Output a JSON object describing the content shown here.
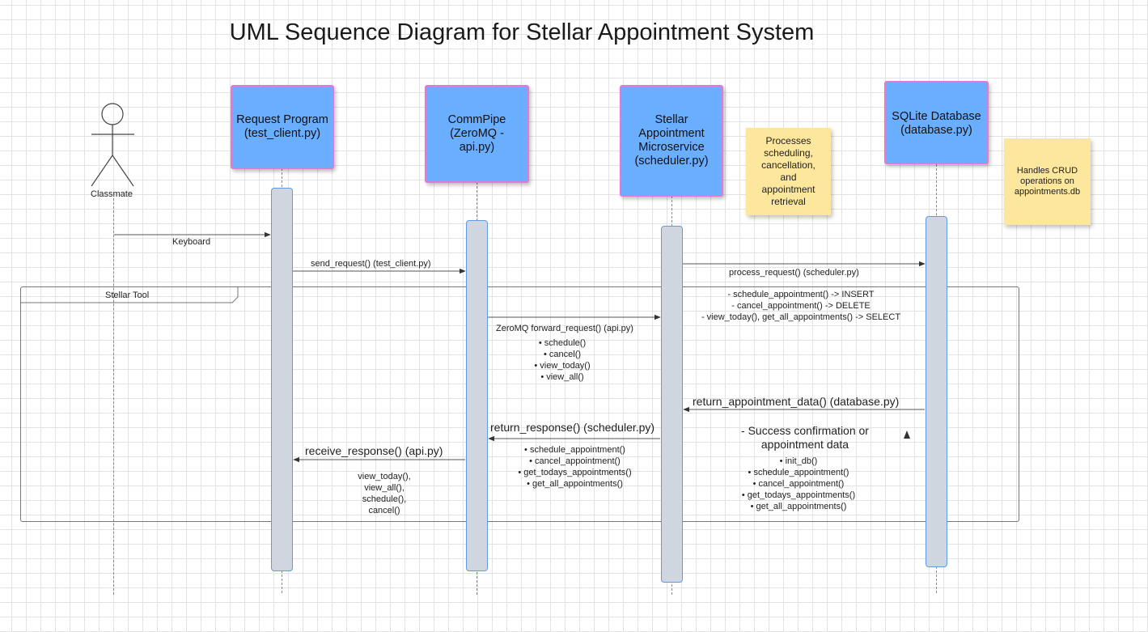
{
  "title": "UML Sequence Diagram for Stellar Appointment System",
  "actor": {
    "label": "Classmate"
  },
  "participants": {
    "request_program": "Request Program\n(test_client.py)",
    "commpipe": "CommPipe\n(ZeroMQ -\napi.py)",
    "stellar_microservice": "Stellar\nAppointment\nMicroservice\n(scheduler.py)",
    "sqlite_database": "SQLite Database\n(database.py)"
  },
  "notes": {
    "scheduler_note": "Processes\nscheduling,\ncancellation,\nand\nappointment\nretrieval",
    "database_note": "Handles CRUD\noperations on\nappointments.db"
  },
  "frame": {
    "label": "Stellar Tool"
  },
  "messages": {
    "keyboard": "Keyboard",
    "send_request": "send_request() (test_client.py)",
    "process_request": "process_request() (scheduler.py)",
    "process_details": "- schedule_appointment() -> INSERT\n- cancel_appointment() -> DELETE\n- view_today(), get_all_appointments() -> SELECT",
    "forward_request": "ZeroMQ forward_request() (api.py)",
    "forward_bullets": "• schedule()\n• cancel()\n• view_today()\n• view_all()",
    "return_appointment_data": "return_appointment_data() (database.py)",
    "success_confirmation": "- Success confirmation or\nappointment data",
    "db_bullets": "• init_db()\n• schedule_appointment()\n• cancel_appointment()\n• get_todays_appointments()\n• get_all_appointments()",
    "return_response": "return_response() (scheduler.py)",
    "scheduler_bullets": "• schedule_appointment()\n• cancel_appointment()\n• get_todays_appointments()\n• get_all_appointments()",
    "receive_response": "receive_response() (api.py)",
    "client_calls": "view_today(),\nview_all(),\nschedule(),\ncancel()"
  },
  "colors": {
    "participant_fill": "#6aaeff",
    "participant_border": "#e07ad4",
    "note_fill": "#fde79c",
    "activation_fill": "#cfd6df",
    "activation_border": "#5f9ae6"
  }
}
